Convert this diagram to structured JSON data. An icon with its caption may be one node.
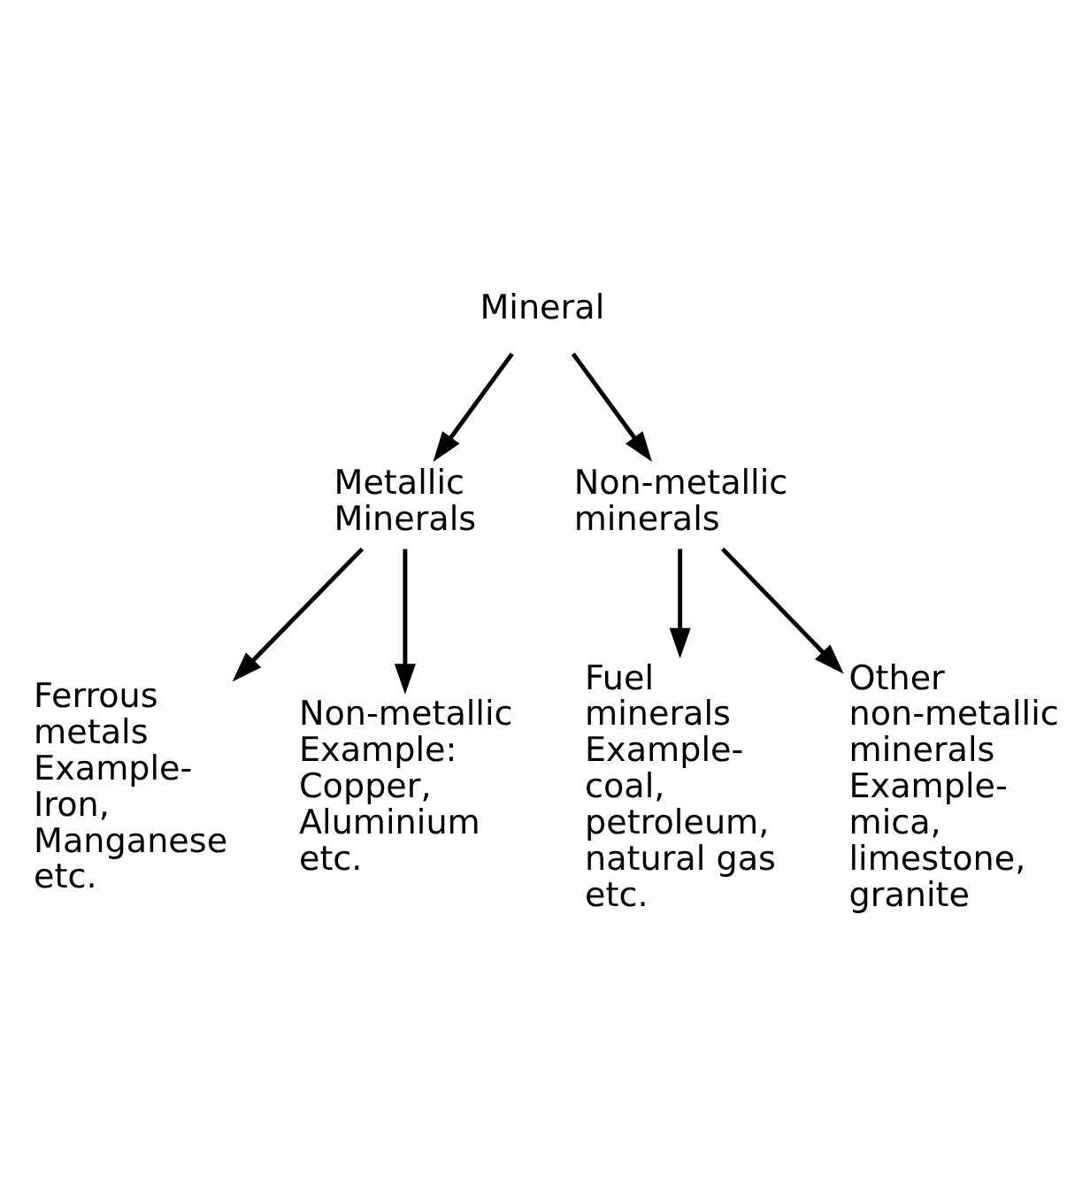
{
  "diagram": {
    "nodes": [
      {
        "text": [
          "Mineral"
        ]
      },
      {
        "text": [
          "Metallic Minerals"
        ]
      },
      {
        "text": [
          "Non-metallic minerals"
        ]
      },
      {
        "text": [
          "Ferrous metals Example- Iron, Manganese etc."
        ]
      },
      {
        "text": [
          "Non-metallic Example: Copper, Aluminium etc."
        ]
      },
      {
        "text": [
          "Fuel minerals Example- coal, petroleum, natural gas etc."
        ]
      },
      {
        "text": [
          "Other non-metallic minerals Example- mica, limestone, granite"
        ]
      }
    ],
    "edges": [
      {
        "from": 0,
        "to": 1,
        "arrow": "to"
      },
      {
        "from": 0,
        "to": 2,
        "arrow": "to"
      },
      {
        "from": 1,
        "to": 3,
        "arrow": "to"
      },
      {
        "from": 1,
        "to": 4,
        "arrow": "to"
      },
      {
        "from": 2,
        "to": 5,
        "arrow": "to"
      },
      {
        "from": 2,
        "to": 6,
        "arrow": "to"
      }
    ]
  }
}
